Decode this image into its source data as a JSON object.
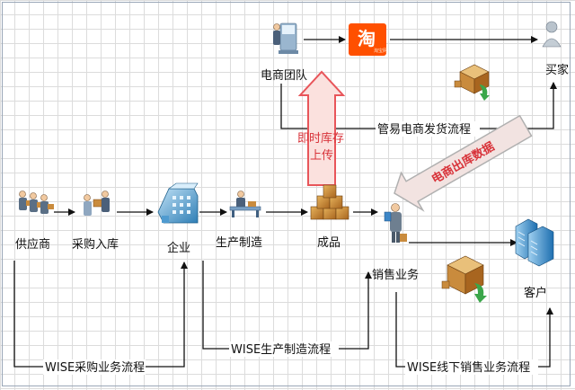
{
  "nodes": {
    "supplier": "供应商",
    "purchase_in": "采购入库",
    "enterprise": "企业",
    "production": "生产制造",
    "finished_goods": "成品",
    "sales": "销售业务",
    "customer": "客户",
    "ecommerce_team": "电商团队",
    "buyer": "买家"
  },
  "flows": {
    "wise_purchase": "WISE采购业务流程",
    "wise_production": "WISE生产制造流程",
    "wise_offline_sales": "WISE线下销售业务流程",
    "guanyi_shipping": "管易电商发货流程"
  },
  "arrows": {
    "inventory_upload_line1": "即时库存",
    "inventory_upload_line2": "上传",
    "ecommerce_outbound": "电商出库数据"
  },
  "taobao": {
    "glyph": "淘",
    "subtitle": "淘宝网",
    "color": "#ff5000"
  },
  "colors": {
    "red_arrow_stroke": "#e8555a",
    "red_arrow_fill": "#fbe1de",
    "outbound_arrow_stroke": "#b0b0b0",
    "outbound_arrow_fill": "#f2e3e1",
    "outbound_text": "#d8333a"
  }
}
